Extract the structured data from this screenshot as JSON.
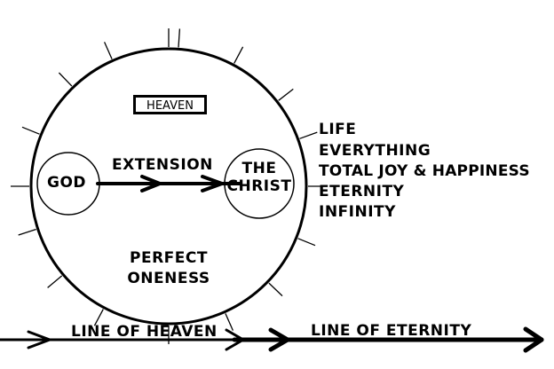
{
  "diagram": {
    "heaven_label": "HEAVEN",
    "god_label": "GOD",
    "extension_label": "EXTENSION",
    "christ_line1": "THE",
    "christ_line2": "CHRIST",
    "oneness_line1": "PERFECT",
    "oneness_line2": "ONENESS",
    "attributes": [
      "LIFE",
      "EVERYTHING",
      "TOTAL JOY & HAPPINESS",
      "ETERNITY",
      "INFINITY"
    ],
    "line_of_heaven": "LINE OF HEAVEN",
    "line_of_eternity": "LINE OF ETERNITY",
    "colors": {
      "ink": "#000000",
      "background": "#ffffff"
    }
  }
}
